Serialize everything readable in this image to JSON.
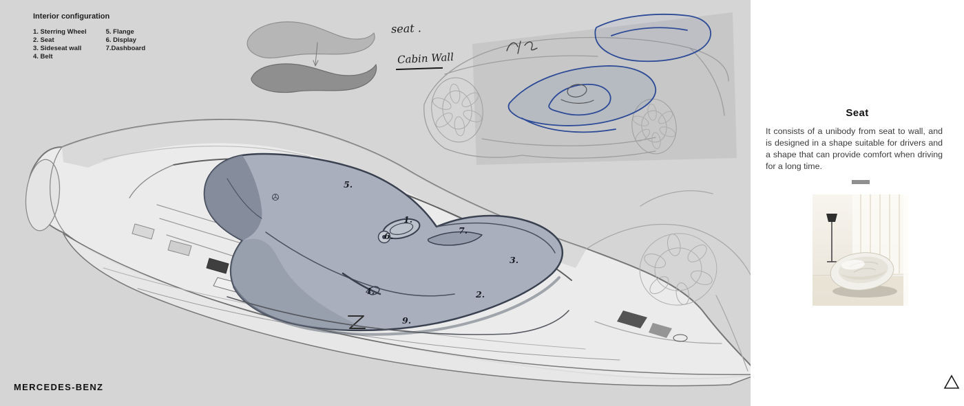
{
  "colors": {
    "canvas_gray": "#d5d5d5",
    "panel_white": "#ffffff",
    "seat_fill": "#a9afbc",
    "seat_outline": "#3a4150",
    "accent_blue": "#2c4a96",
    "pencil_gray": "#9d9d9d",
    "text_dark": "#1d1d1d"
  },
  "legend": {
    "title": "Interior configuration",
    "col1": [
      "1. Sterring Wheel",
      "2. Seat",
      "3. Sideseat wall",
      "4. Belt"
    ],
    "col2": [
      "5. Flange",
      "6. Display",
      "7.Dashboard"
    ]
  },
  "annotations": {
    "seat": "seat .",
    "cabin_wall": "Cabin Wall"
  },
  "callouts": [
    "5.",
    "1.",
    "6.",
    "7.",
    "3.",
    "2.",
    "4.",
    "9."
  ],
  "brand": "MERCEDES-BENZ",
  "side_panel": {
    "title": "Seat",
    "body": "It consists of a unibody from seat to wall, and is designed in a shape suitable for drivers and a shape that can provide comfort when driving for a long time."
  }
}
